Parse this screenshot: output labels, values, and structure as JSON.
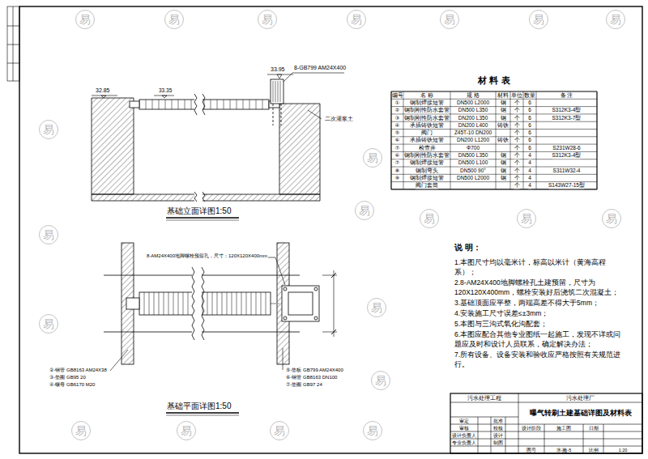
{
  "diagram": {
    "labels": [
      "33.95",
      "32.85",
      "33.35",
      "8-GB799 AM24X400",
      "二次灌浆土",
      "基础立面详图1:50",
      "8-AM24X400地脚螺栓预留孔，尺寸：120X120X400mm",
      "②-钢管 GB8163 AM24X38",
      "③-垫圈 GB95 20",
      "④-螺母 GB6170 M20",
      "⑤-垫板 GB799 AM24X400",
      "⑥-钢管 GB8163 DN100",
      "⑦-垫圈 GB97 24",
      "基础平面详图1:50",
      "材 料 表",
      "编号",
      "名 称",
      "规 格",
      "材料",
      "单位",
      "数量",
      "备 注",
      "①",
      "钢制焊接短管",
      "DN500 L2000",
      "钢",
      "个",
      "6",
      "②",
      "钢制刚性防水套管",
      "DN500 L350",
      "钢",
      "个",
      "6",
      "S312K3-4型",
      "③",
      "钢制刚性防水套管",
      "DN200 L350",
      "钢",
      "个",
      "6",
      "S312K3-7型",
      "④",
      "承插铸铁短管",
      "DN200 L400",
      "铸铁",
      "个",
      "6",
      "⑤",
      "阀门",
      "Z45T-10 DN200",
      "个",
      "6",
      "⑥",
      "承插铸铁短管",
      "DN200 L1200",
      "铸铁",
      "个",
      "6",
      "⑦",
      "检查井",
      "Φ700",
      "个",
      "6",
      "S231W28-6",
      "⑥",
      "钢制刚性防水套管",
      "DN500 L350",
      "钢",
      "个",
      "4",
      "S312K3-4型",
      "⑦",
      "钢制焊接短管",
      "DN500 L100",
      "钢",
      "个",
      "4",
      "⑧",
      "钢制弯头",
      "DN500 90°",
      "钢",
      "个",
      "4",
      "S311W32-4",
      "⑨",
      "钢制焊接短管",
      "DN500 L2000",
      "钢",
      "个",
      "4",
      "阀门套筒",
      "个",
      "4",
      "S143W27-15型",
      "说 明：",
      "1.本图尺寸均以毫米计，标高以米计（黄海高程系）；",
      "2.8-AM24X400地脚螺栓孔土建预留，尺寸为120X120X400mm，螺栓安装好后浇筑二次混凝土；",
      "3.基础顶面应平整，两端高差不得大于5mm；",
      "4.安装施工尺寸误差≤±3mm；",
      "5.本图与三沟式氧化沟配套；",
      "6.本图应配合其他专业图纸一起施工，发现不详或问题应及时和设计人员联系，确定解决办法；",
      "7.所有设备、设备安装和验收应严格按照有关规范进行。",
      "污水处理工程",
      "污水处理厂",
      "曝气转刷土建基础详图及材料表",
      "审定",
      "审核",
      "设计负责人",
      "专业负责人",
      "批准",
      "校核",
      "设计",
      "制图",
      "设计阶段",
      "施工图",
      "日期",
      "图号",
      "水-施-5",
      "比例",
      "1:20",
      "易",
      "易",
      "易",
      "易",
      "易",
      "易",
      "易",
      "易",
      "易",
      "易",
      "易",
      "易",
      "易",
      "易",
      "易",
      "易",
      "易",
      "易",
      "易",
      "易",
      "易"
    ]
  }
}
